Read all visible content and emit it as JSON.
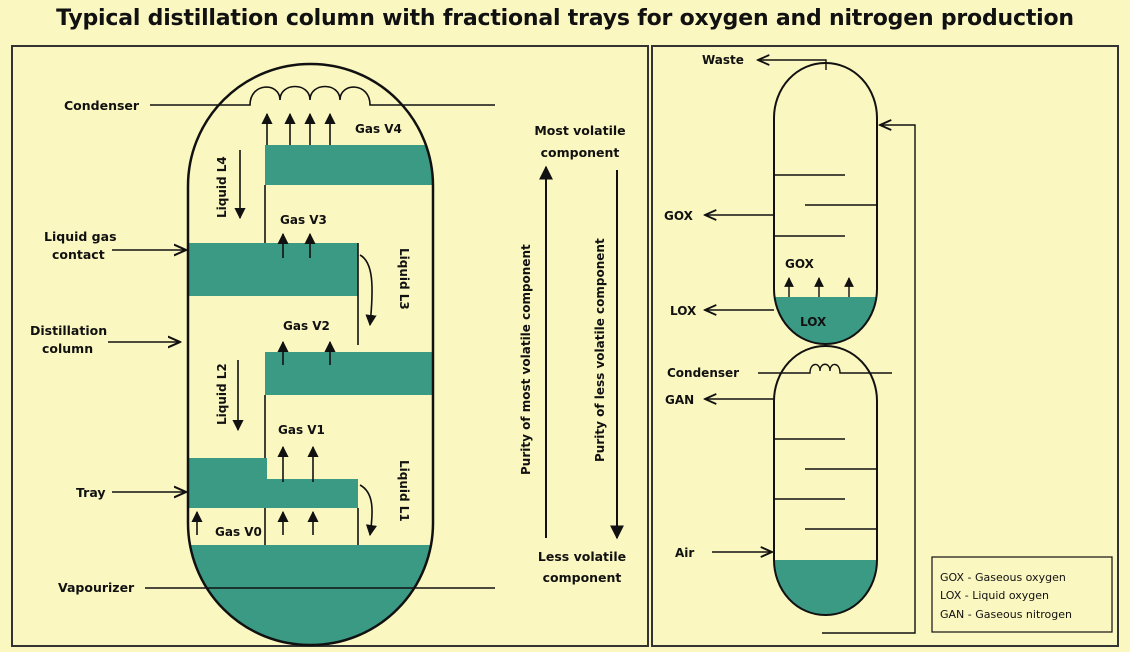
{
  "title": "Typical distillation column with fractional trays for oxygen and nitrogen production",
  "colors": {
    "background": "#fbf7c0",
    "liquid": "#3a9a84",
    "stroke": "#111111"
  },
  "left": {
    "labels": {
      "condenser": "Condenser",
      "liquid_gas_contact_1": "Liquid gas",
      "liquid_gas_contact_2": "contact",
      "distillation_column_1": "Distillation",
      "distillation_column_2": "column",
      "tray": "Tray",
      "vapourizer": "Vapourizer"
    },
    "gas": {
      "v0": "Gas V0",
      "v1": "Gas V1",
      "v2": "Gas V2",
      "v3": "Gas  V3",
      "v4": "Gas V4"
    },
    "liquid": {
      "l1": "Liquid L1",
      "l2": "Liquid L2",
      "l3": "Liquid L3",
      "l4": "Liquid L4"
    }
  },
  "middle": {
    "most_volatile_1": "Most volatile",
    "most_volatile_2": "component",
    "less_volatile_1": "Less volatile",
    "less_volatile_2": "component",
    "purity_most": "Purity of most volatile component",
    "purity_less": "Purity of less volatile component"
  },
  "right": {
    "waste": "Waste",
    "gox": "GOX",
    "gox_inner": "GOX",
    "lox": "LOX",
    "lox_inner": "LOX",
    "condenser": "Condenser",
    "gan": "GAN",
    "air": "Air",
    "legend": [
      "GOX - Gaseous oxygen",
      "LOX - Liquid oxygen",
      "GAN - Gaseous nitrogen"
    ]
  }
}
